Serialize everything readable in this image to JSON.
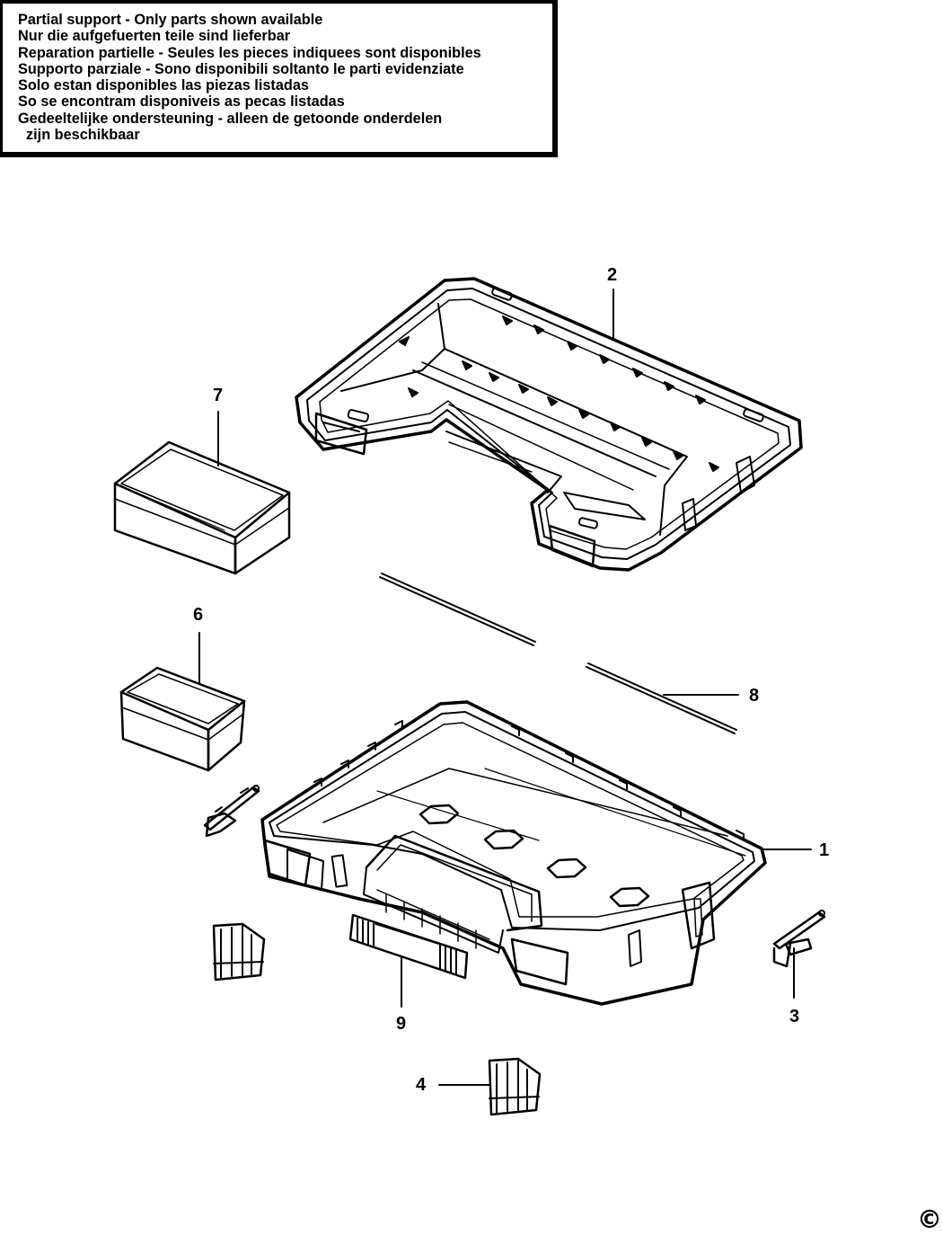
{
  "notice": {
    "lines": [
      "Partial support - Only parts shown available",
      "Nur die aufgefuerten teile sind lieferbar",
      "Reparation partielle - Seules les pieces indiquees sont disponibles",
      "Supporto parziale - Sono disponibili soltanto le parti evidenziate",
      "Solo estan disponibles las piezas listadas",
      "So se encontram disponiveis as pecas listadas",
      "Gedeeltelijke ondersteuning - alleen de getoonde onderdelen",
      "zijn beschikbaar"
    ]
  },
  "callouts": {
    "c1": "1",
    "c2": "2",
    "c3": "3",
    "c4": "4",
    "c6": "6",
    "c7": "7",
    "c8": "8",
    "c9": "9"
  },
  "copyright": "©"
}
